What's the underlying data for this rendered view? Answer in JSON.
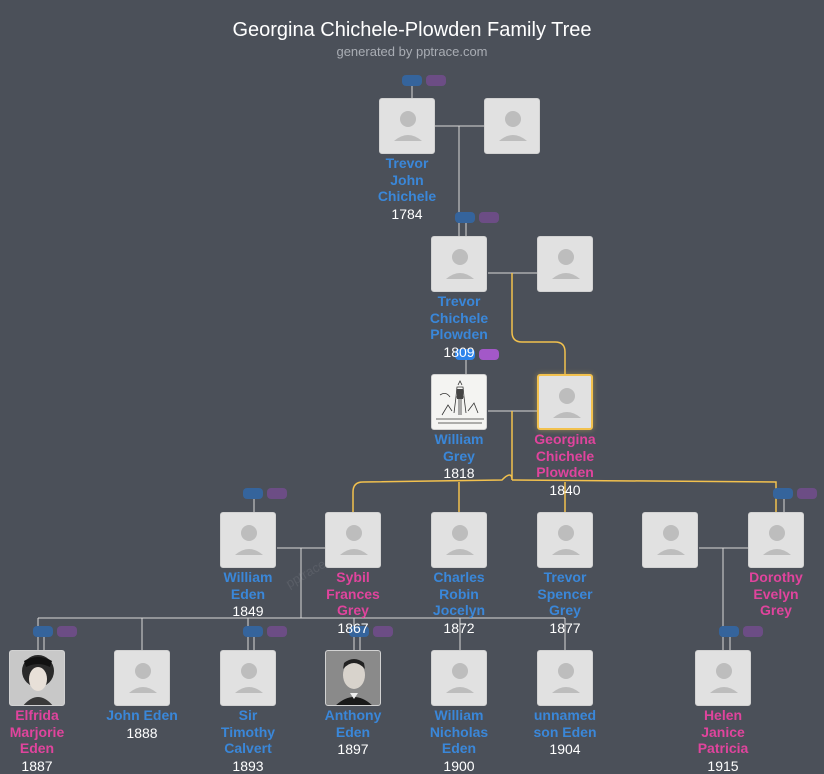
{
  "header": {
    "title": "Georgina Chichele-Plowden Family Tree",
    "subtitle": "generated by pptrace.com"
  },
  "watermark": "pptrace",
  "colors": {
    "background": "#4b5059",
    "male": "#3a87d9",
    "female": "#e0449d",
    "focus_line": "#f2c14e",
    "line": "#d8d8d8"
  },
  "people": {
    "trevor_john": {
      "name": "Trevor\nJohn\nChichele",
      "year": "1784",
      "gender": "m"
    },
    "wife_trevor_john": {
      "name": "",
      "year": "",
      "gender": "f"
    },
    "trevor_cp": {
      "name": "Trevor\nChichele\nPlowden",
      "year": "1809",
      "gender": "m"
    },
    "wife_trevor_cp": {
      "name": "",
      "year": "",
      "gender": "f"
    },
    "william_grey": {
      "name": "William\nGrey",
      "year": "1818",
      "gender": "m",
      "photo": "engraving"
    },
    "georgina": {
      "name": "Georgina\nChichele\nPlowden",
      "year": "1840",
      "gender": "f",
      "focus": true
    },
    "william_eden": {
      "name": "William\nEden",
      "year": "1849",
      "gender": "m"
    },
    "sybil": {
      "name": "Sybil\nFrances\nGrey",
      "year": "1867",
      "gender": "f"
    },
    "charles": {
      "name": "Charles\nRobin\nJocelyn",
      "year": "1872",
      "gender": "m"
    },
    "trevor_spencer": {
      "name": "Trevor\nSpencer\nGrey",
      "year": "1877",
      "gender": "m"
    },
    "husband_dorothy": {
      "name": "",
      "year": "",
      "gender": "m"
    },
    "dorothy": {
      "name": "Dorothy\nEvelyn\nGrey",
      "year": "",
      "gender": "f"
    },
    "elfrida": {
      "name": "Elfrida\nMarjorie\nEden",
      "year": "1887",
      "gender": "f",
      "photo": "portrait-woman"
    },
    "john_eden": {
      "name": "John Eden",
      "year": "1888",
      "gender": "m"
    },
    "timothy": {
      "name": "Sir\nTimothy\nCalvert",
      "year": "1893",
      "gender": "m"
    },
    "anthony": {
      "name": "Anthony\nEden",
      "year": "1897",
      "gender": "m",
      "photo": "portrait-man"
    },
    "william_ne": {
      "name": "William\nNicholas\nEden",
      "year": "1900",
      "gender": "m"
    },
    "unnamed": {
      "name": "unnamed\nson Eden",
      "year": "1904",
      "gender": "m"
    },
    "helen": {
      "name": "Helen\nJanice\nPatricia",
      "year": "1915",
      "gender": "f"
    }
  }
}
